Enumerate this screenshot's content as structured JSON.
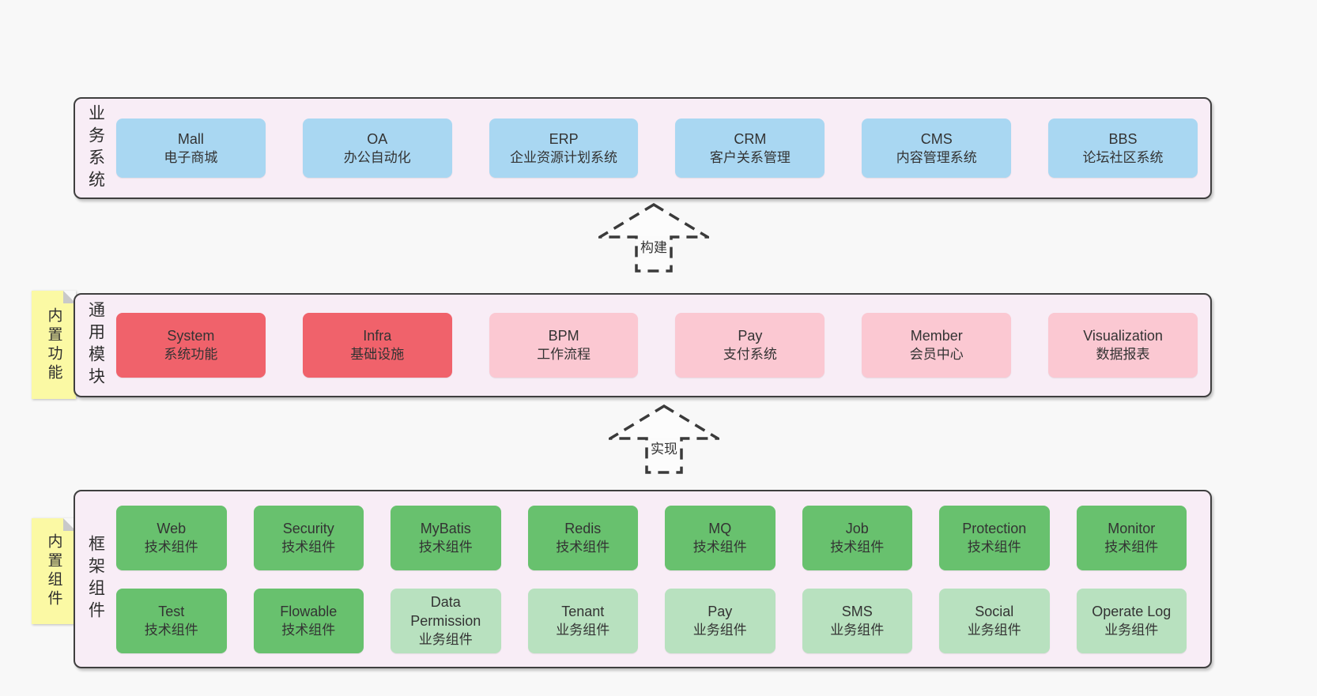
{
  "colors": {
    "page_background": "#f8f8f8",
    "section_fill": "#f8edf6",
    "section_border": "#3f3f3f",
    "blue_box": "#a9d7f2",
    "red_box": "#f0626b",
    "pink_box": "#fbc8d2",
    "green_box": "#68c16e",
    "light_green_box": "#b8e1bf",
    "sticky_note": "#fbf9a4",
    "note_fold": "#c9c9c9",
    "text": "#333333"
  },
  "arrows": {
    "build": "构建",
    "implement": "实现"
  },
  "sections": {
    "business": {
      "label": "业务系统",
      "boxes": [
        {
          "title": "Mall",
          "subtitle": "电子商城",
          "variant": "blue"
        },
        {
          "title": "OA",
          "subtitle": "办公自动化",
          "variant": "blue"
        },
        {
          "title": "ERP",
          "subtitle": "企业资源计划系统",
          "variant": "blue"
        },
        {
          "title": "CRM",
          "subtitle": "客户关系管理",
          "variant": "blue"
        },
        {
          "title": "CMS",
          "subtitle": "内容管理系统",
          "variant": "blue"
        },
        {
          "title": "BBS",
          "subtitle": "论坛社区系统",
          "variant": "blue"
        }
      ]
    },
    "modules": {
      "label": "通用模块",
      "note": "内置功能",
      "boxes": [
        {
          "title": "System",
          "subtitle": "系统功能",
          "variant": "red"
        },
        {
          "title": "Infra",
          "subtitle": "基础设施",
          "variant": "red"
        },
        {
          "title": "BPM",
          "subtitle": "工作流程",
          "variant": "pink"
        },
        {
          "title": "Pay",
          "subtitle": "支付系统",
          "variant": "pink"
        },
        {
          "title": "Member",
          "subtitle": "会员中心",
          "variant": "pink"
        },
        {
          "title": "Visualization",
          "subtitle": "数据报表",
          "variant": "pink"
        }
      ]
    },
    "components": {
      "label": "框架组件",
      "note": "内置组件",
      "row1": [
        {
          "title": "Web",
          "subtitle": "技术组件",
          "variant": "green"
        },
        {
          "title": "Security",
          "subtitle": "技术组件",
          "variant": "green"
        },
        {
          "title": "MyBatis",
          "subtitle": "技术组件",
          "variant": "green"
        },
        {
          "title": "Redis",
          "subtitle": "技术组件",
          "variant": "green"
        },
        {
          "title": "MQ",
          "subtitle": "技术组件",
          "variant": "green"
        },
        {
          "title": "Job",
          "subtitle": "技术组件",
          "variant": "green"
        },
        {
          "title": "Protection",
          "subtitle": "技术组件",
          "variant": "green"
        },
        {
          "title": "Monitor",
          "subtitle": "技术组件",
          "variant": "green"
        }
      ],
      "row2": [
        {
          "title": "Test",
          "subtitle": "技术组件",
          "variant": "green"
        },
        {
          "title": "Flowable",
          "subtitle": "技术组件",
          "variant": "green"
        },
        {
          "title": "Data Permission",
          "subtitle": "业务组件",
          "variant": "lightgreen"
        },
        {
          "title": "Tenant",
          "subtitle": "业务组件",
          "variant": "lightgreen"
        },
        {
          "title": "Pay",
          "subtitle": "业务组件",
          "variant": "lightgreen"
        },
        {
          "title": "SMS",
          "subtitle": "业务组件",
          "variant": "lightgreen"
        },
        {
          "title": "Social",
          "subtitle": "业务组件",
          "variant": "lightgreen"
        },
        {
          "title": "Operate Log",
          "subtitle": "业务组件",
          "variant": "lightgreen"
        }
      ]
    }
  }
}
